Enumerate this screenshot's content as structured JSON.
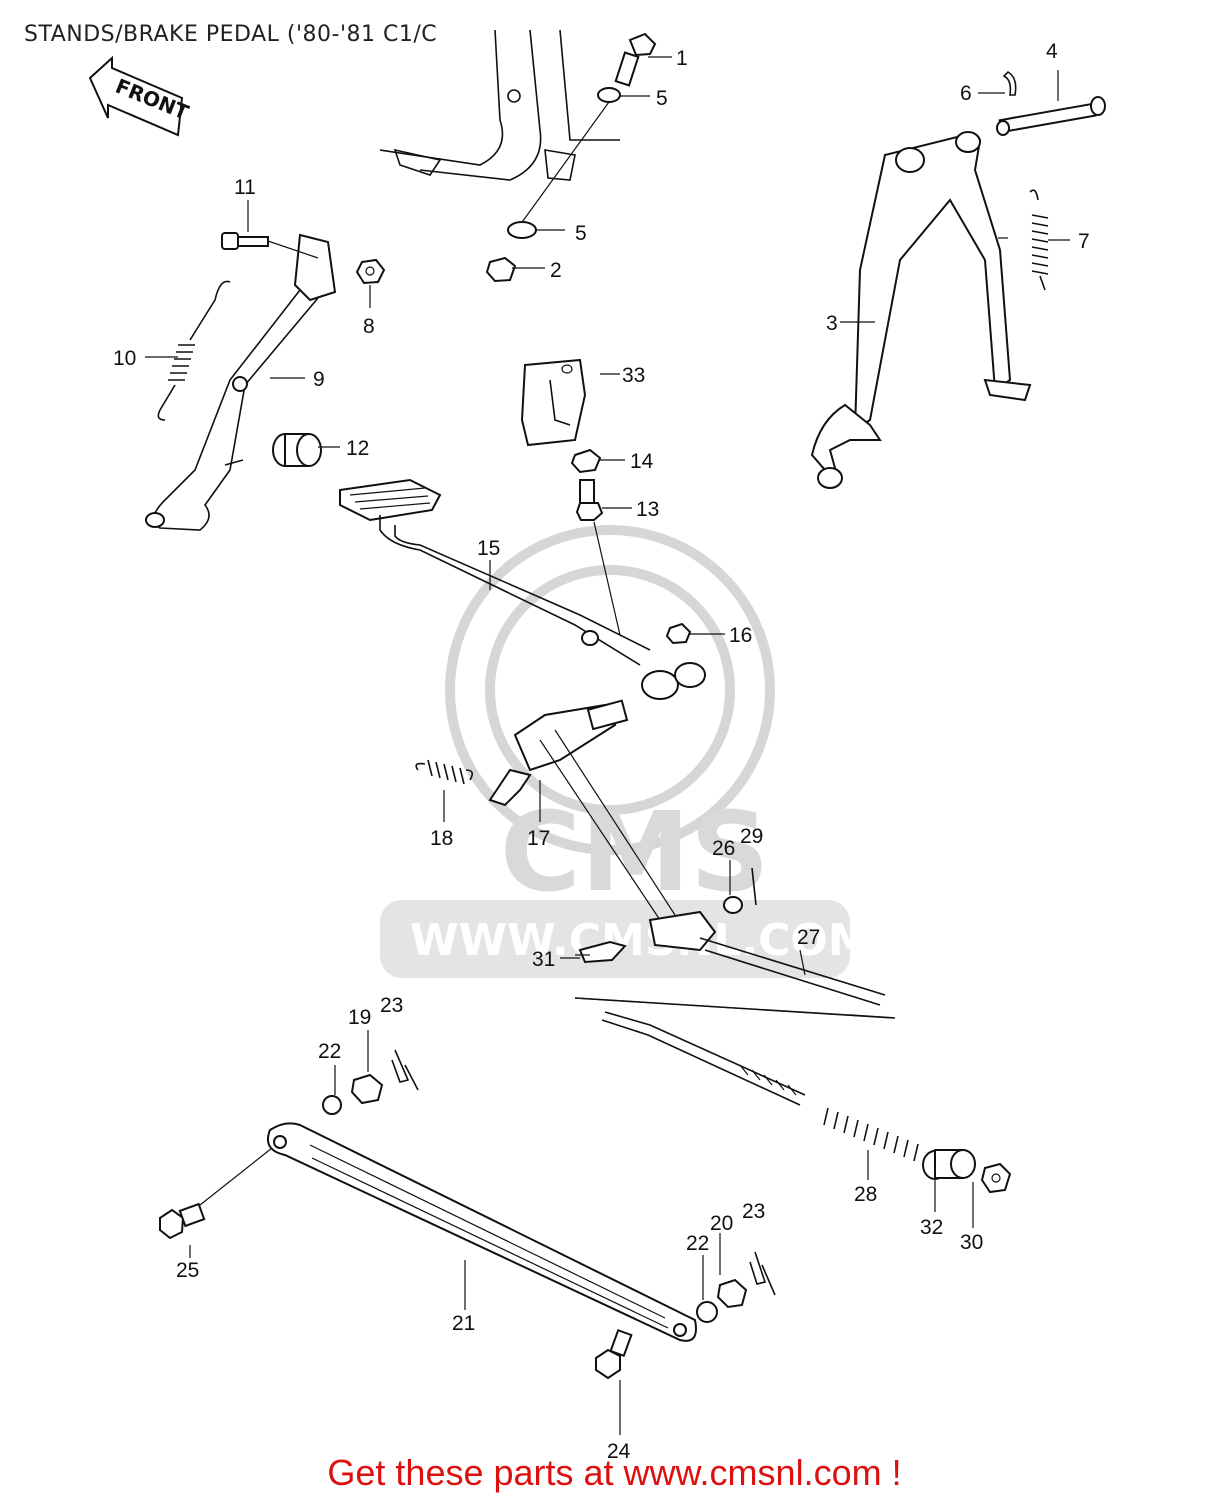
{
  "title": "STANDS/BRAKE PEDAL ('80-'81 C1/C",
  "front_arrow_label": "FRONT",
  "watermark": {
    "brand": "CMS",
    "url": "WWW.CMSNL.COM"
  },
  "callouts": [
    {
      "id": "1",
      "label": "1"
    },
    {
      "id": "2",
      "label": "2"
    },
    {
      "id": "3",
      "label": "3"
    },
    {
      "id": "4",
      "label": "4"
    },
    {
      "id": "5a",
      "label": "5"
    },
    {
      "id": "5b",
      "label": "5"
    },
    {
      "id": "6",
      "label": "6"
    },
    {
      "id": "7",
      "label": "7"
    },
    {
      "id": "8",
      "label": "8"
    },
    {
      "id": "9",
      "label": "9"
    },
    {
      "id": "10",
      "label": "10"
    },
    {
      "id": "11",
      "label": "11"
    },
    {
      "id": "12",
      "label": "12"
    },
    {
      "id": "13",
      "label": "13"
    },
    {
      "id": "14",
      "label": "14"
    },
    {
      "id": "15",
      "label": "15"
    },
    {
      "id": "16",
      "label": "16"
    },
    {
      "id": "17",
      "label": "17"
    },
    {
      "id": "18",
      "label": "18"
    },
    {
      "id": "19",
      "label": "19"
    },
    {
      "id": "20",
      "label": "20"
    },
    {
      "id": "21",
      "label": "21"
    },
    {
      "id": "22a",
      "label": "22"
    },
    {
      "id": "22b",
      "label": "22"
    },
    {
      "id": "23a",
      "label": "23"
    },
    {
      "id": "23b",
      "label": "23"
    },
    {
      "id": "24",
      "label": "24"
    },
    {
      "id": "25",
      "label": "25"
    },
    {
      "id": "26",
      "label": "26"
    },
    {
      "id": "27",
      "label": "27"
    },
    {
      "id": "28",
      "label": "28"
    },
    {
      "id": "29",
      "label": "29"
    },
    {
      "id": "30",
      "label": "30"
    },
    {
      "id": "31",
      "label": "31"
    },
    {
      "id": "32",
      "label": "32"
    },
    {
      "id": "33",
      "label": "33"
    }
  ],
  "footer": {
    "link_text": "Get these parts at www.cmsnl.com !",
    "color": "#dd1010"
  }
}
